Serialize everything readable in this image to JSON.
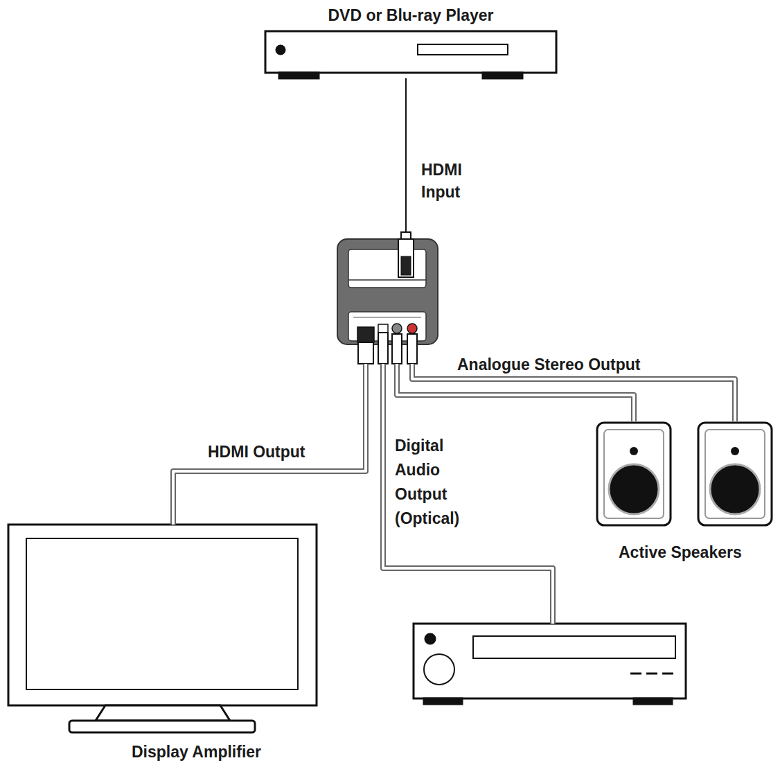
{
  "diagram": {
    "nodes": [
      {
        "text": [
          "DVD or Blu-ray Player"
        ]
      },
      {
        "text": []
      },
      {
        "text": [
          "Display Amplifier"
        ]
      },
      {
        "text": []
      },
      {
        "text": []
      },
      {
        "text": []
      }
    ],
    "edges": [
      {
        "from": 0,
        "to": 1,
        "arrow": "none",
        "label": "HDMI Input"
      },
      {
        "from": 1,
        "to": 2,
        "arrow": "none",
        "label": "HDMI Output"
      },
      {
        "from": 1,
        "to": 3,
        "arrow": "none",
        "label": "Digital Audio Output (Optical)"
      },
      {
        "from": 1,
        "to": 4,
        "arrow": "none"
      },
      {
        "from": 1,
        "to": 5,
        "arrow": "none",
        "label": "Analogue Stereo Output"
      }
    ],
    "labels": [
      "Active Speakers"
    ]
  }
}
